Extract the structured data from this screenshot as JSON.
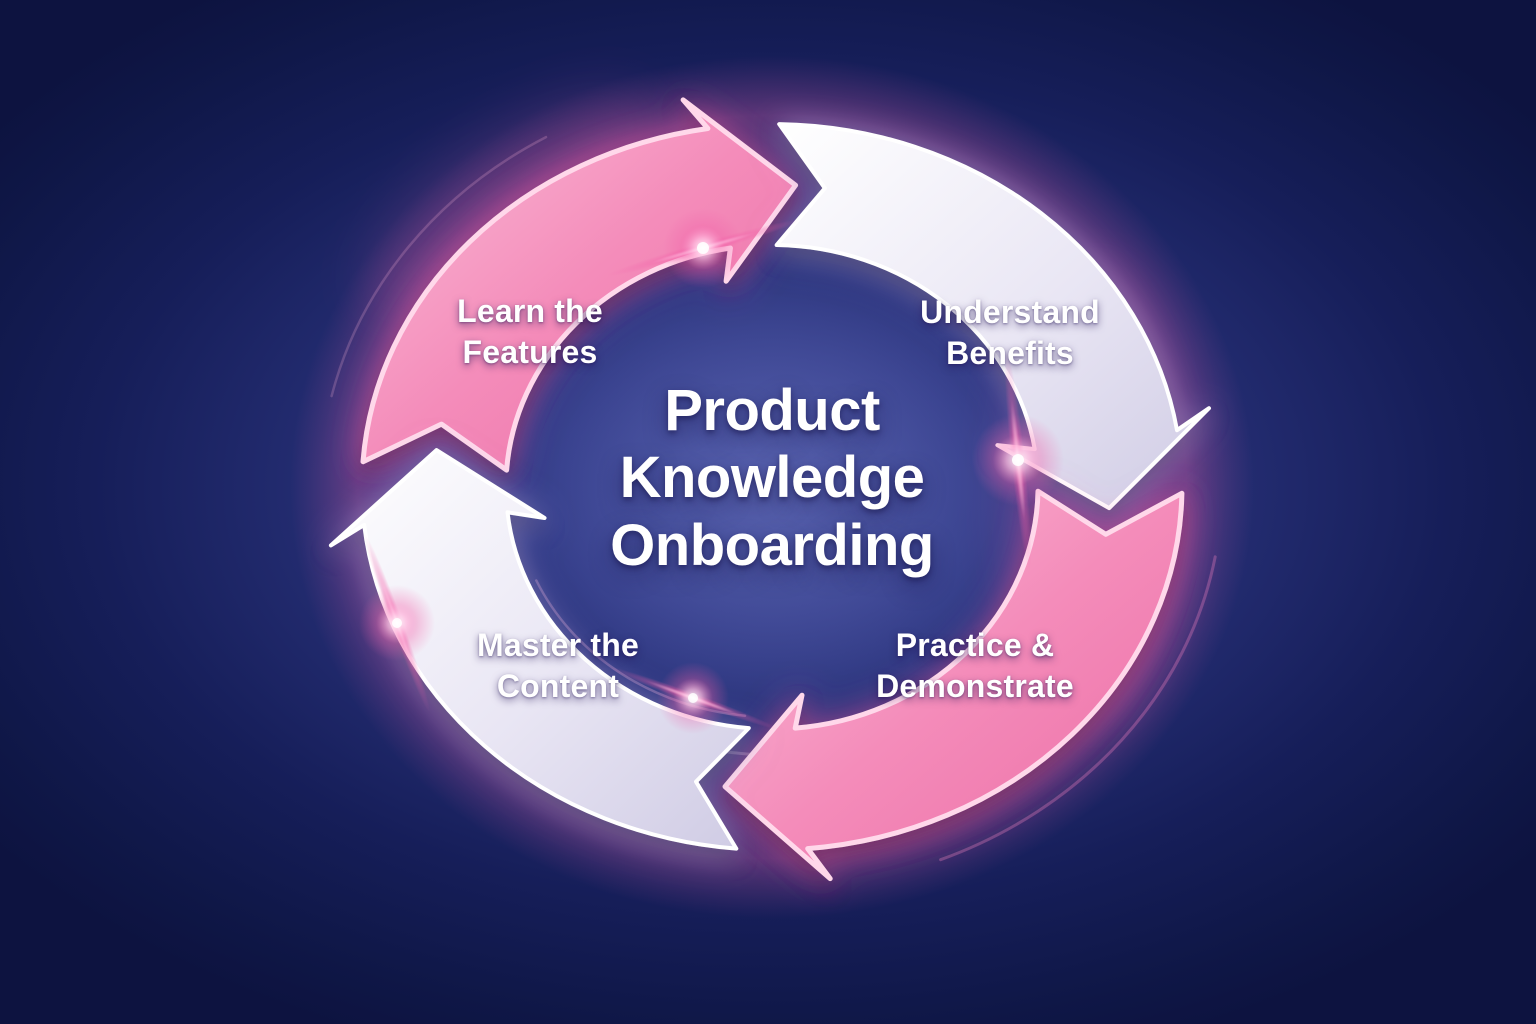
{
  "diagram": {
    "title": "Product Knowledge Onboarding",
    "flow": "clockwise",
    "steps": [
      {
        "label": "Learn the Features",
        "style": "pink"
      },
      {
        "label": "Understand Benefits",
        "style": "light"
      },
      {
        "label": "Practice & Demonstrate",
        "style": "pink"
      },
      {
        "label": "Master the Content",
        "style": "light"
      }
    ]
  },
  "colors": {
    "background_navy": "#0f1747",
    "background_center": "#404a99",
    "arrow_pink_light": "#fbc0d9",
    "arrow_pink": "#f48cba",
    "arrow_pink_deep": "#ec6ba4",
    "arrow_light_top": "#ffffff",
    "arrow_light_mid": "#e9e6f4",
    "arrow_light_deep": "#cfcbe4",
    "rim_pink": "#ffd8ea",
    "rim_white": "#ffffff",
    "glow_magenta": "#f25fa8",
    "glow_lavender": "#b9a8e8",
    "shadow_navy": "#140f3c",
    "text_white": "#ffffff"
  }
}
